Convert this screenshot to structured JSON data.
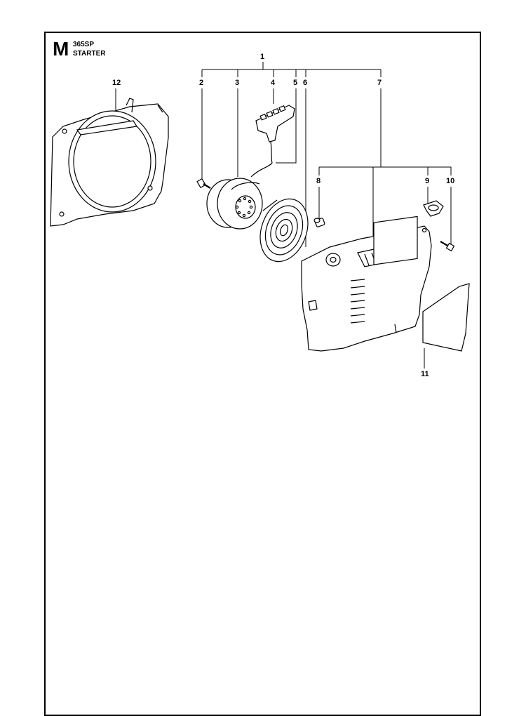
{
  "header": {
    "section_letter": "M",
    "model": "365SP",
    "title": "STARTER"
  },
  "callouts": [
    {
      "id": "1",
      "label": "1"
    },
    {
      "id": "2",
      "label": "2"
    },
    {
      "id": "3",
      "label": "3"
    },
    {
      "id": "4",
      "label": "4"
    },
    {
      "id": "5",
      "label": "5"
    },
    {
      "id": "6",
      "label": "6"
    },
    {
      "id": "7",
      "label": "7"
    },
    {
      "id": "8",
      "label": "8"
    },
    {
      "id": "9",
      "label": "9"
    },
    {
      "id": "10",
      "label": "10"
    },
    {
      "id": "11",
      "label": "11"
    },
    {
      "id": "12",
      "label": "12"
    }
  ]
}
